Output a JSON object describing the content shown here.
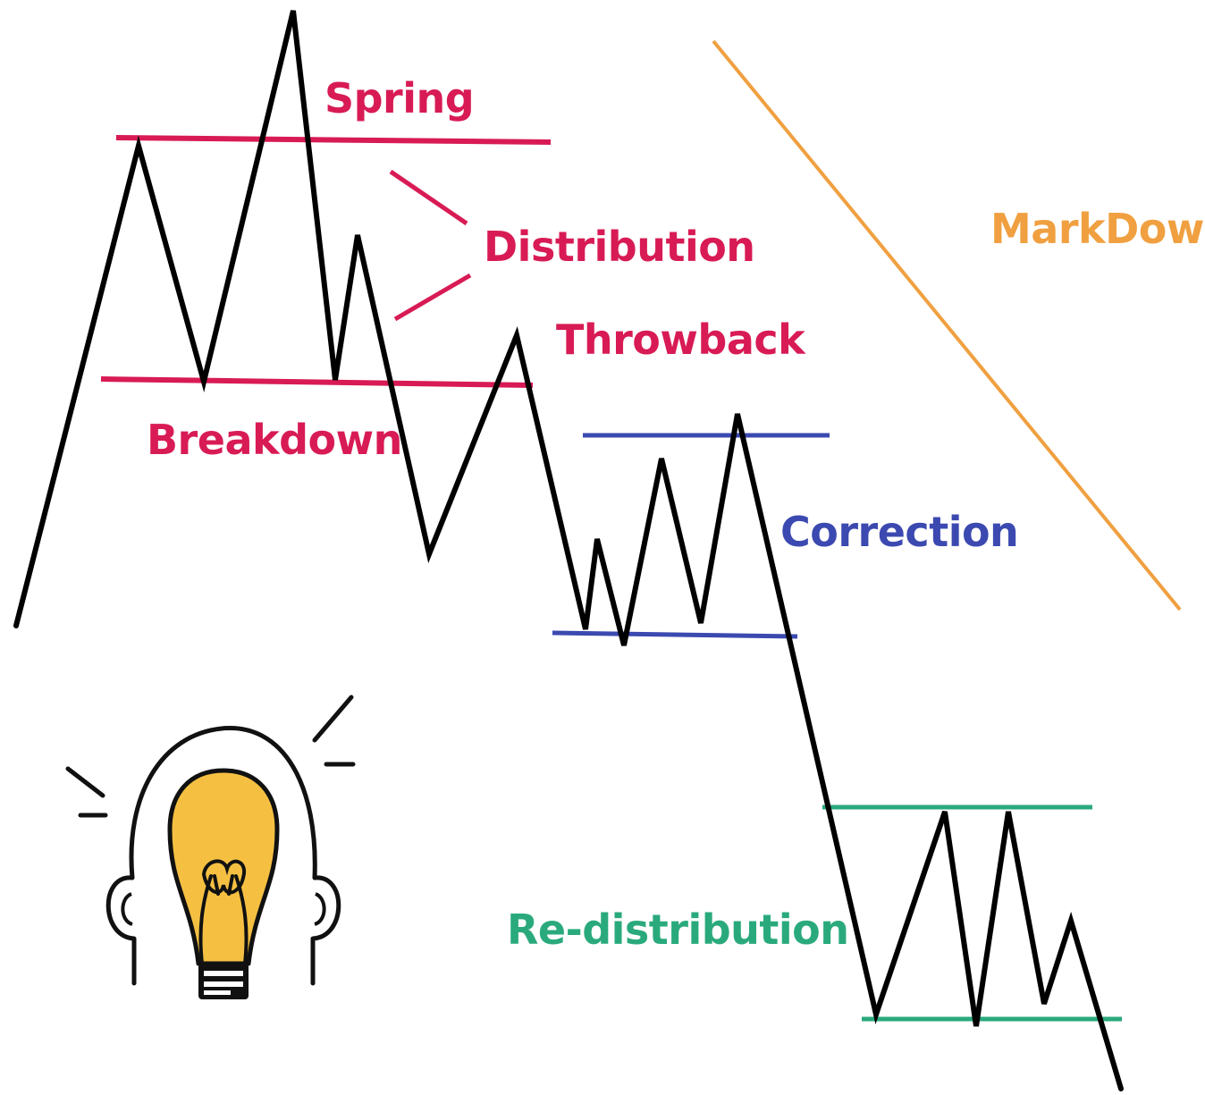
{
  "colors": {
    "background": "#ffffff",
    "price_line": "#000000",
    "distribution": "#d81b55",
    "correction": "#3b49b0",
    "redistribution": "#2aaa7c",
    "markdown": "#f0a040",
    "bulb_fill": "#f5c042",
    "outline": "#111111"
  },
  "labels": {
    "spring": "Spring",
    "distribution": "Distribution",
    "throwback": "Throwback",
    "breakdown": "Breakdown",
    "correction": "Correction",
    "markdown": "MarkDown",
    "redistribution": "Re-distribution"
  },
  "icons": {
    "idea": "head-with-lightbulb-icon"
  }
}
